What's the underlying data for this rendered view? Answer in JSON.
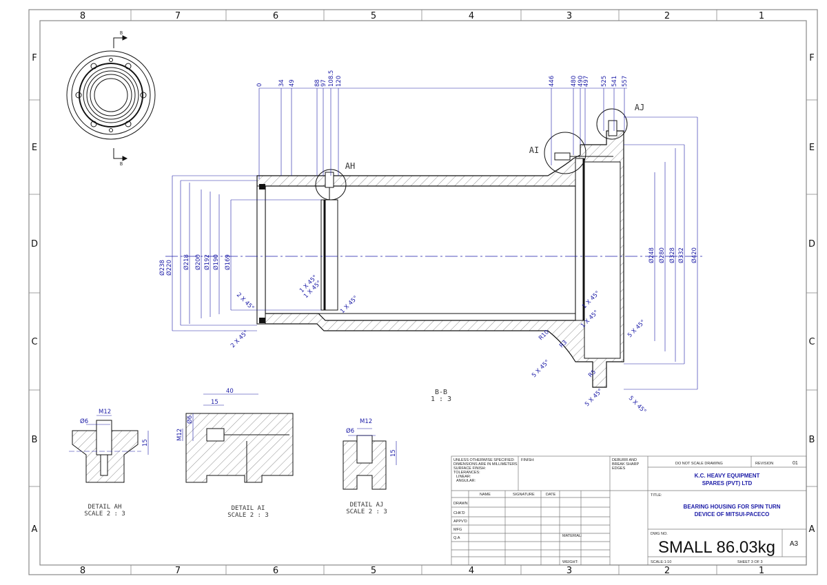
{
  "zones": {
    "columns": [
      "8",
      "7",
      "6",
      "5",
      "4",
      "3",
      "2",
      "1"
    ],
    "rows": [
      "F",
      "E",
      "D",
      "C",
      "B",
      "A"
    ]
  },
  "section": {
    "name": "B-B",
    "scale": "1 : 3",
    "marker": "B"
  },
  "detail_circles": [
    "AH",
    "AI",
    "AJ"
  ],
  "top_dims": [
    "0",
    "34",
    "49",
    "88",
    "97",
    "108.5",
    "120",
    "446",
    "480",
    "490",
    "497",
    "525",
    "541",
    "557"
  ],
  "left_dims": [
    "Ø238",
    "Ø220",
    "Ø218",
    "Ø200",
    "Ø192",
    "Ø190",
    "Ø169"
  ],
  "right_dims": [
    "Ø248",
    "Ø280",
    "Ø328",
    "Ø332",
    "Ø420"
  ],
  "chamfers": [
    "2 X 45°",
    "2 X 45°",
    "1 X 45°",
    "1 X 45°",
    "1 X 45°",
    "1 X 45°",
    "1 X 45°",
    "5 X 45°",
    "5 X 45°",
    "5 X 45°",
    "5 X 45°"
  ],
  "radii": [
    "R10",
    "R3",
    "R5"
  ],
  "details": [
    {
      "title": "DETAIL AH",
      "scale": "SCALE 2 : 3",
      "dims": [
        "M12",
        "Ø6",
        "15"
      ]
    },
    {
      "title": "DETAIL AI",
      "scale": "SCALE 2 : 3",
      "dims": [
        "40",
        "15",
        "M12",
        "Ø6"
      ]
    },
    {
      "title": "DETAIL AJ",
      "scale": "SCALE 2 : 3",
      "dims": [
        "M12",
        "Ø6",
        "15"
      ]
    }
  ],
  "title_block": {
    "notes": [
      "UNLESS OTHERWISE SPECIFIED:",
      "DIMENSIONS ARE IN MILLIMETERS",
      "SURFACE FINISH:",
      "TOLERANCES:",
      "LINEAR:",
      "ANGULAR:"
    ],
    "finish": "FINISH:",
    "deburr": [
      "DEBURR AND",
      "BREAK SHARP",
      "EDGES"
    ],
    "do_not_scale": "DO NOT SCALE DRAWING",
    "revision_label": "REVISION",
    "revision": "01",
    "company": [
      "K.C. HEAVY EQUIPMENT",
      "SPARES (PVT) LTD"
    ],
    "col_headers": [
      "NAME",
      "SIGNATURE",
      "DATE"
    ],
    "rows": [
      "DRAWN",
      "CHK'D",
      "APPV'D",
      "MFG",
      "Q.A"
    ],
    "title_label": "TITLE:",
    "title": [
      "BEARING HOUSING FOR SPIN TURN",
      "DEVICE OF MITSUI-PACECO"
    ],
    "material_label": "MATERIAL:",
    "weight_label": "WEIGHT:",
    "dwg_label": "DWG NO.",
    "dwg_no": "SMALL 86.03kg",
    "size": "A3",
    "scale": "SCALE:1:10",
    "sheet": "SHEET 3 OF 3"
  },
  "colors": {
    "line": "#111111",
    "dimension": "#1a1aa6",
    "hatch": "#333333",
    "border": "#888888"
  }
}
